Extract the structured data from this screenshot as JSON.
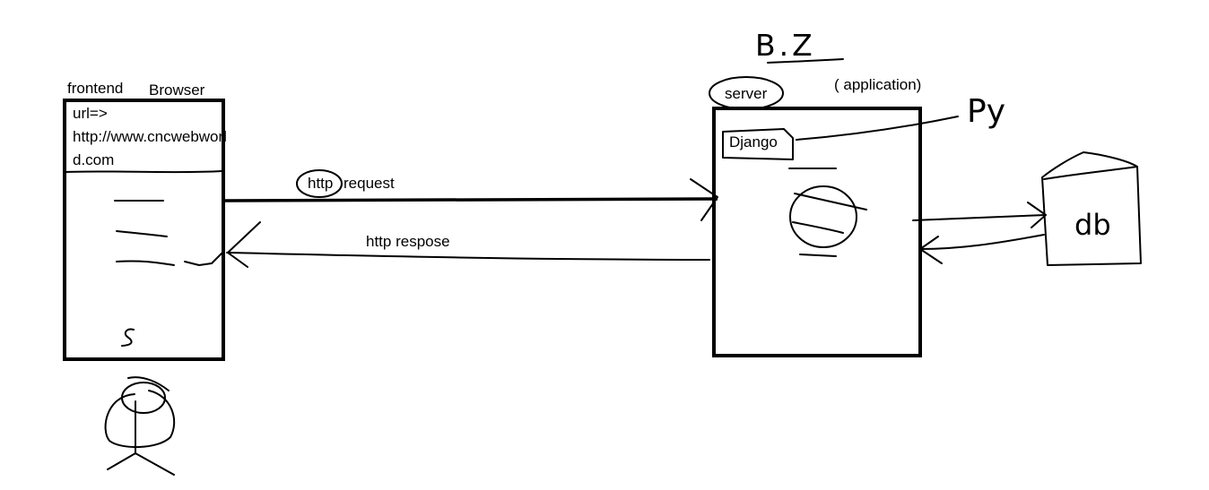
{
  "browser": {
    "label_frontend": "frontend",
    "label_browser": "Browser",
    "url_prefix": "url=>",
    "url_line1": "http://www.cncwebworl",
    "url_line2": "d.com",
    "scribble_letter": "s"
  },
  "arrows": {
    "request_label_word": "http",
    "request_label_rest": "request",
    "response_label": "http respose"
  },
  "server": {
    "heading": "B.Z",
    "label": "server",
    "application_label": "( application)",
    "framework_box": "Django",
    "language_note": "Py"
  },
  "database": {
    "label": "db"
  }
}
